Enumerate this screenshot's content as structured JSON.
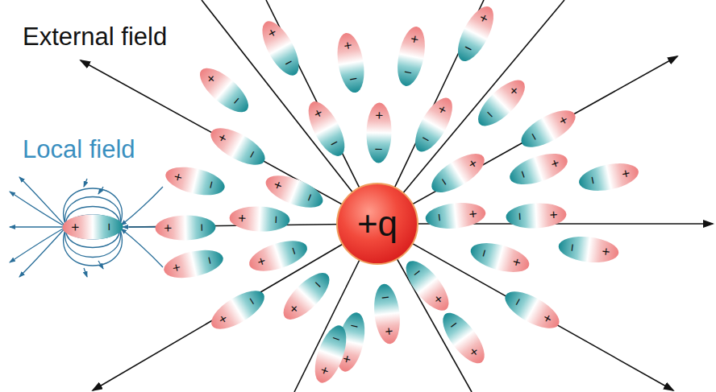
{
  "diagram": {
    "nodes": [
      {
        "text": [
          "+q"
        ]
      },
      {
        "text": [
          "+",
          "−"
        ]
      },
      {
        "text": [
          "+",
          "−"
        ]
      },
      {
        "text": [
          "+",
          "−"
        ]
      },
      {
        "text": [
          "+",
          "−"
        ]
      },
      {
        "text": [
          "+",
          "−"
        ]
      },
      {
        "text": [
          "+",
          "−"
        ]
      },
      {
        "text": [
          "+",
          "−"
        ]
      },
      {
        "text": [
          "+",
          "−"
        ]
      },
      {
        "text": [
          "+",
          "−"
        ]
      },
      {
        "text": [
          "+",
          "−"
        ]
      },
      {
        "text": [
          "+",
          "−"
        ]
      },
      {
        "text": [
          "+",
          "−"
        ]
      },
      {
        "text": [
          "+",
          "−"
        ]
      },
      {
        "text": [
          "+",
          "−"
        ]
      },
      {
        "text": [
          "+",
          "−"
        ]
      },
      {
        "text": [
          "+",
          "−"
        ]
      },
      {
        "text": [
          "+",
          "−"
        ]
      },
      {
        "text": [
          "+",
          "−"
        ]
      },
      {
        "text": [
          "+",
          "−"
        ]
      },
      {
        "text": [
          "+",
          "−"
        ]
      },
      {
        "text": [
          "+",
          "−"
        ]
      },
      {
        "text": [
          "+",
          "−"
        ]
      },
      {
        "text": [
          "+",
          "−"
        ]
      },
      {
        "text": [
          "+",
          "−"
        ]
      },
      {
        "text": [
          "+",
          "−"
        ]
      },
      {
        "text": [
          "+",
          "−"
        ]
      },
      {
        "text": [
          "+",
          "−"
        ]
      },
      {
        "text": [
          "+",
          "−"
        ]
      },
      {
        "text": [
          "+",
          "−"
        ]
      },
      {
        "text": [
          "+",
          "−"
        ]
      },
      {
        "text": [
          "+",
          "−"
        ]
      },
      {
        "text": [
          "+",
          "−"
        ]
      },
      {
        "text": [
          "+",
          "−"
        ]
      }
    ],
    "labels": [
      "External field",
      "Local field"
    ]
  }
}
